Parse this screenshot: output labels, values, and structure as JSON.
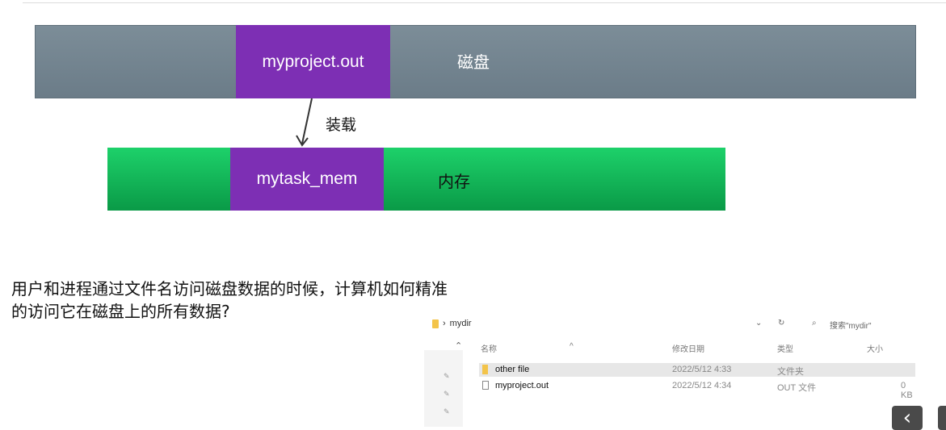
{
  "diagram": {
    "disk_file": "myproject.out",
    "disk_label": "磁盘",
    "load_label": "装载",
    "mem_block": "mytask_mem",
    "mem_label": "内存"
  },
  "question": "用户和进程通过文件名访问磁盘数据的时候，计算机如何精准的访问它在磁盘上的所有数据?",
  "explorer": {
    "path_sep": "›",
    "path": "mydir",
    "search_placeholder": "搜索\"mydir\"",
    "columns": {
      "name": "名称",
      "modified": "修改日期",
      "type": "类型",
      "size": "大小"
    },
    "rows": [
      {
        "name": "other file",
        "modified": "2022/5/12 4:33",
        "type": "文件夹",
        "size": ""
      },
      {
        "name": "myproject.out",
        "modified": "2022/5/12 4:34",
        "type": "OUT 文件",
        "size": "0 KB"
      }
    ]
  },
  "nav": {
    "prev": "‹"
  }
}
